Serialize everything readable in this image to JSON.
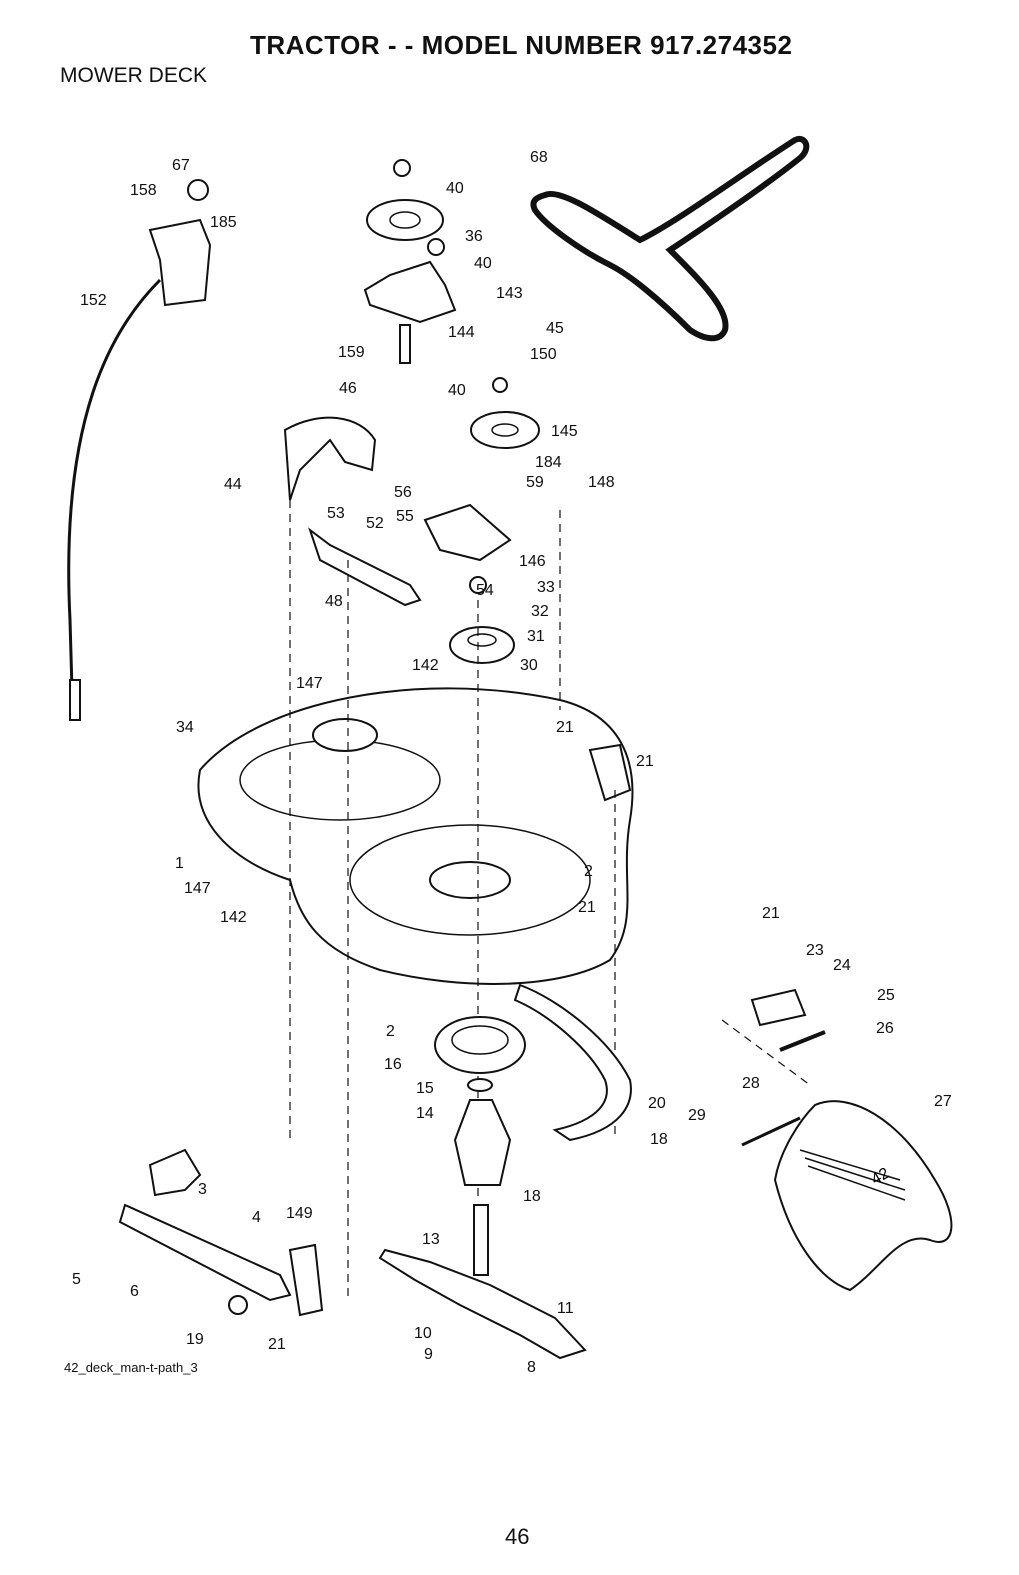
{
  "header": {
    "title": "TRACTOR - - MODEL NUMBER 917.274352",
    "section": "MOWER DECK"
  },
  "footer": {
    "file_ref": "42_deck_man-t-path_3",
    "page_number": "46"
  },
  "callouts": [
    "67",
    "158",
    "185",
    "152",
    "40",
    "36",
    "40",
    "143",
    "144",
    "159",
    "45",
    "150",
    "40",
    "145",
    "184",
    "59",
    "148",
    "46",
    "44",
    "56",
    "55",
    "53",
    "52",
    "146",
    "54",
    "33",
    "32",
    "31",
    "48",
    "30",
    "142",
    "147",
    "21",
    "21",
    "34",
    "1",
    "147",
    "2",
    "21",
    "142",
    "21",
    "23",
    "24",
    "25",
    "26",
    "2",
    "16",
    "15",
    "14",
    "20",
    "18",
    "28",
    "29",
    "27",
    "18",
    "3",
    "4",
    "149",
    "13",
    "11",
    "5",
    "6",
    "19",
    "21",
    "10",
    "9",
    "8",
    "68"
  ],
  "deck_badge": "42"
}
